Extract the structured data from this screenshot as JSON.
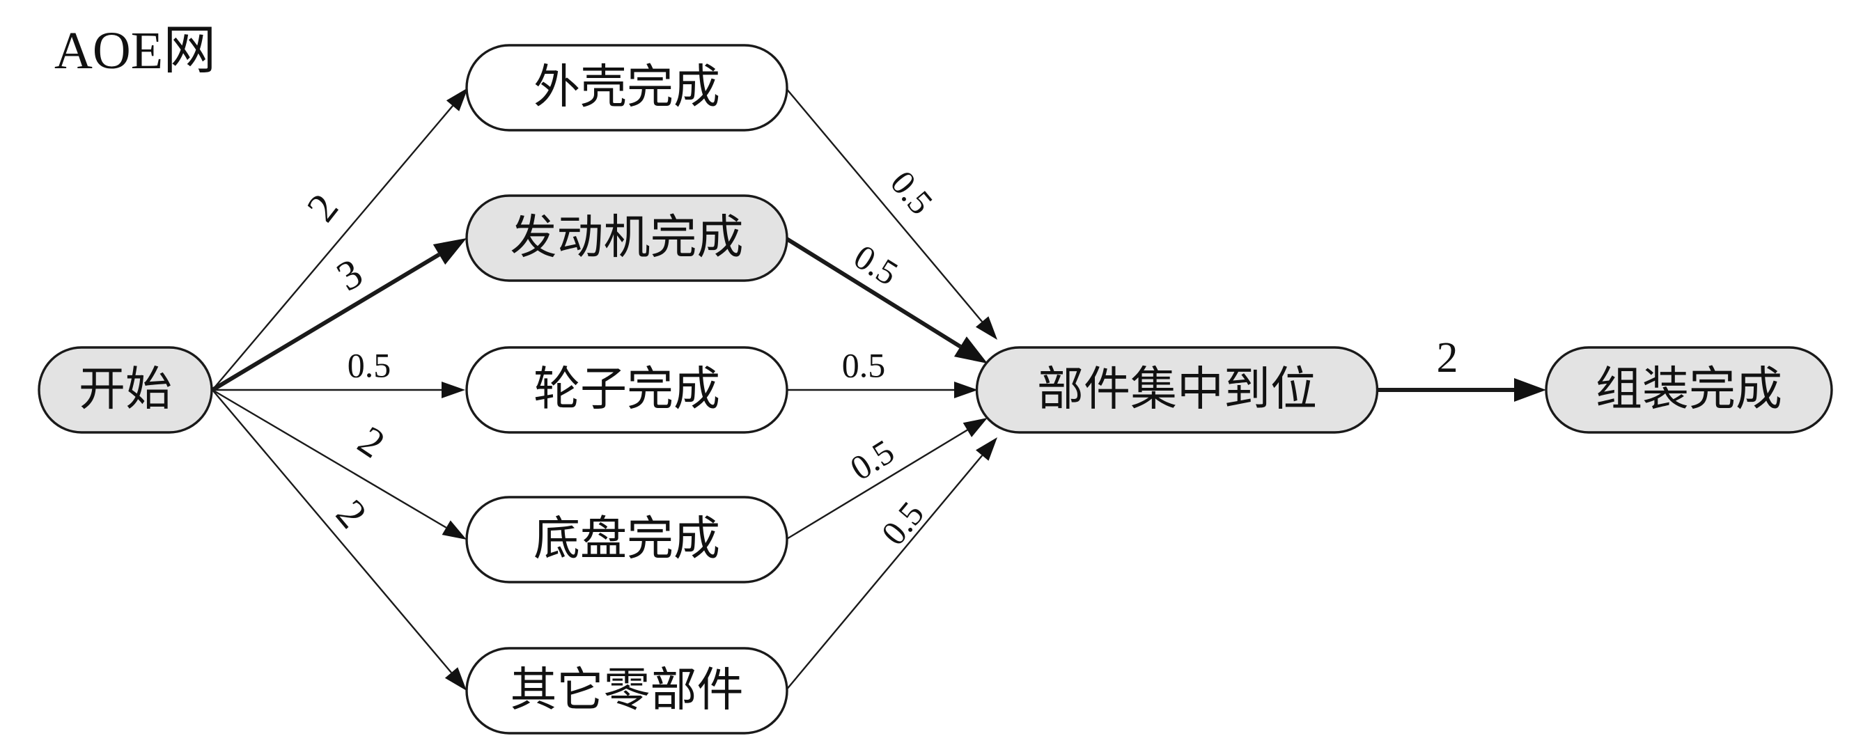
{
  "title": "AOE网",
  "colors": {
    "node_fill_critical": "#e3e3e3",
    "node_fill_normal": "#ffffff",
    "stroke": "#1a1a1a"
  },
  "nodes": [
    {
      "id": "start",
      "label": "开始",
      "critical": true
    },
    {
      "id": "shell",
      "label": "外壳完成",
      "critical": false
    },
    {
      "id": "engine",
      "label": "发动机完成",
      "critical": true
    },
    {
      "id": "wheels",
      "label": "轮子完成",
      "critical": false
    },
    {
      "id": "chassis",
      "label": "底盘完成",
      "critical": false
    },
    {
      "id": "others",
      "label": "其它零部件",
      "critical": false
    },
    {
      "id": "gather",
      "label": "部件集中到位",
      "critical": true
    },
    {
      "id": "assemble",
      "label": "组装完成",
      "critical": true
    }
  ],
  "edges": [
    {
      "from": "start",
      "to": "shell",
      "label": "2",
      "critical": false
    },
    {
      "from": "start",
      "to": "engine",
      "label": "3",
      "critical": true
    },
    {
      "from": "start",
      "to": "wheels",
      "label": "0.5",
      "critical": false
    },
    {
      "from": "start",
      "to": "chassis",
      "label": "2",
      "critical": false
    },
    {
      "from": "start",
      "to": "others",
      "label": "2",
      "critical": false
    },
    {
      "from": "shell",
      "to": "gather",
      "label": "0.5",
      "critical": false
    },
    {
      "from": "engine",
      "to": "gather",
      "label": "0.5",
      "critical": true
    },
    {
      "from": "wheels",
      "to": "gather",
      "label": "0.5",
      "critical": false
    },
    {
      "from": "chassis",
      "to": "gather",
      "label": "0.5",
      "critical": false
    },
    {
      "from": "others",
      "to": "gather",
      "label": "0.5",
      "critical": false
    },
    {
      "from": "gather",
      "to": "assemble",
      "label": "2",
      "critical": true
    }
  ]
}
